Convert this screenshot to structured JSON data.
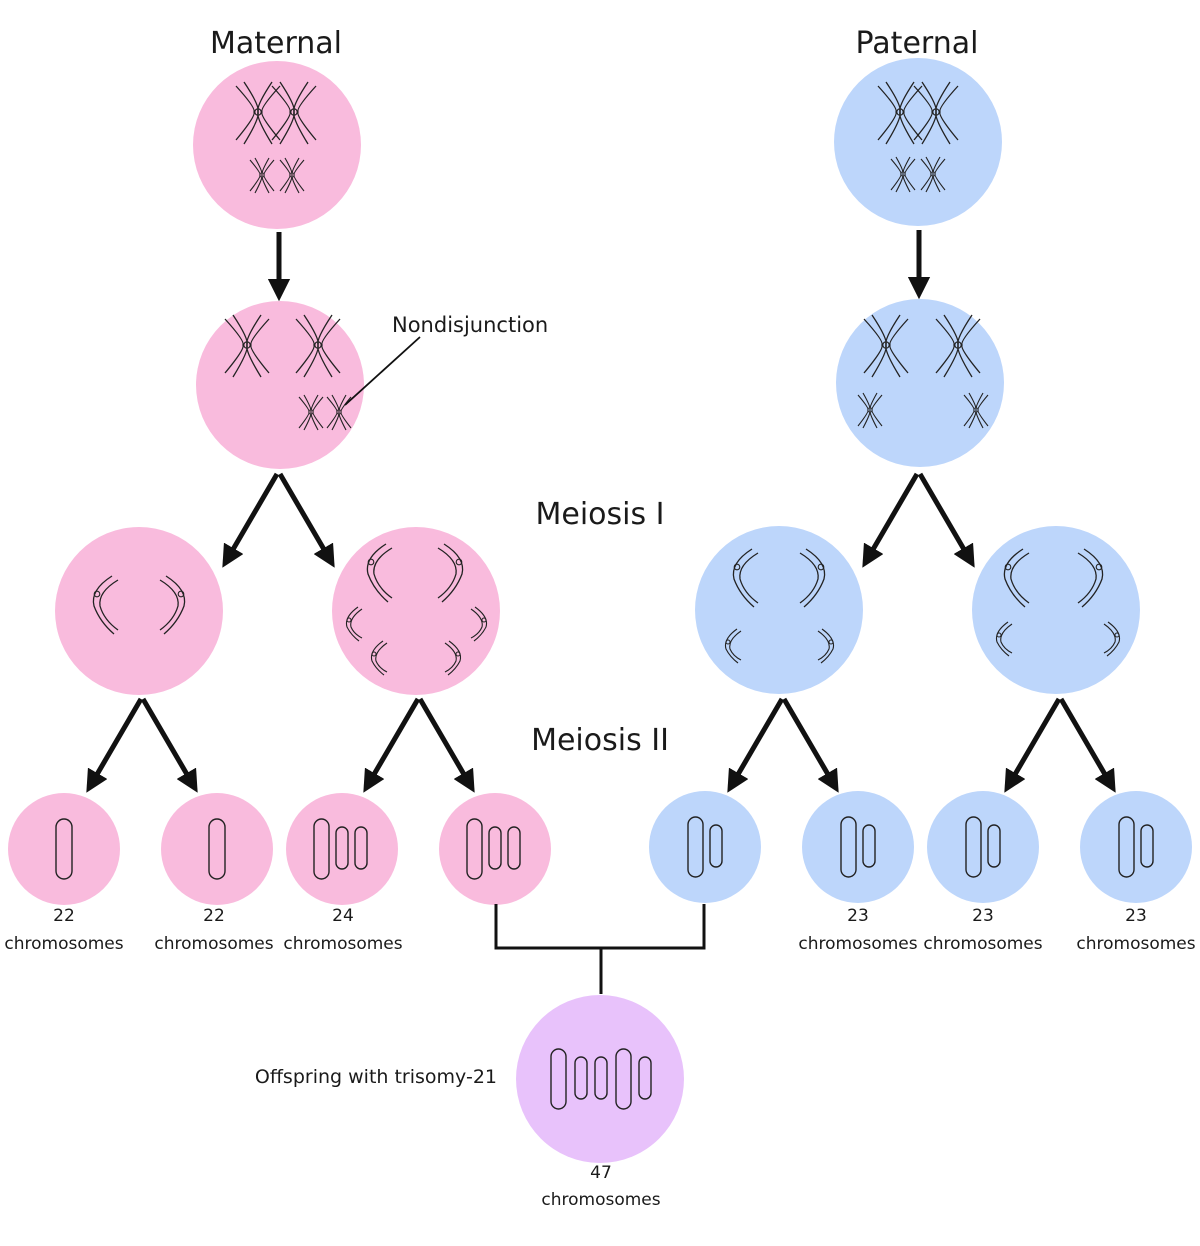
{
  "headings": {
    "maternal": "Maternal",
    "paternal": "Paternal"
  },
  "stages": {
    "meiosis_1": "Meiosis I",
    "meiosis_2": "Meiosis II"
  },
  "annotation": {
    "nondisjunction": "Nondisjunction"
  },
  "gametes": [
    {
      "count": "22",
      "unit": "chromosomes"
    },
    {
      "count": "22",
      "unit": "chromosomes"
    },
    {
      "count": "24",
      "unit": "chromosomes"
    },
    {
      "count": "",
      "unit": ""
    },
    {
      "count": "",
      "unit": ""
    },
    {
      "count": "23",
      "unit": "chromosomes"
    },
    {
      "count": "23",
      "unit": "chromosomes"
    },
    {
      "count": "23",
      "unit": "chromosomes"
    }
  ],
  "offspring": {
    "label": "Offspring with trisomy-21",
    "count": "47",
    "unit": "chromosomes"
  },
  "colors": {
    "maternal_cell": "#f9bbdd",
    "paternal_cell": "#bdd6fb",
    "offspring_cell": "#e8c2fb",
    "line": "#111111"
  }
}
